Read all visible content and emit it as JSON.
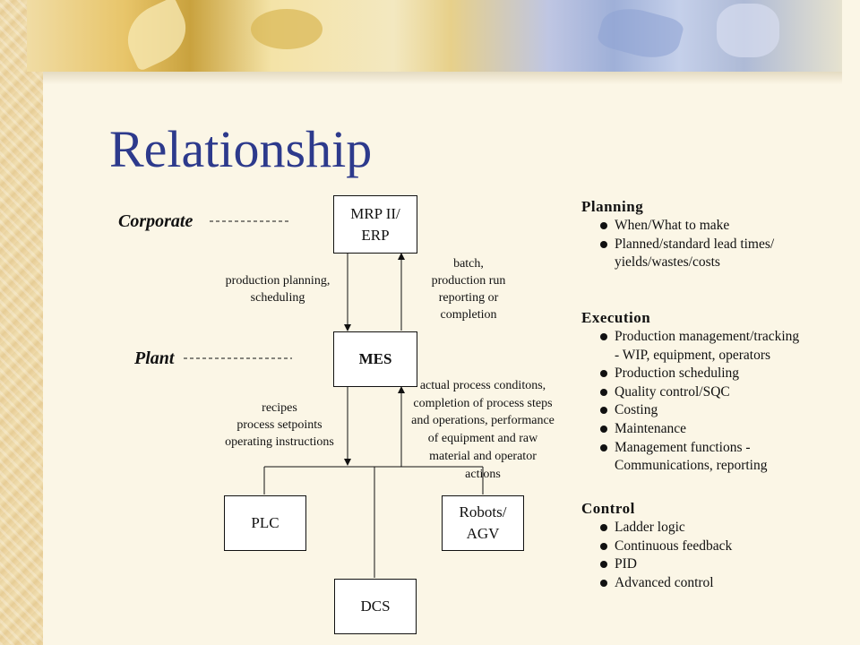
{
  "slide": {
    "title": "Relationship"
  },
  "levels": {
    "corporate": "Corporate",
    "plant": "Plant"
  },
  "boxes": {
    "erp": {
      "line1": "MRP II/",
      "line2": "ERP"
    },
    "mes": "MES",
    "plc": "PLC",
    "robots": {
      "line1": "Robots/",
      "line2": "AGV"
    },
    "dcs": "DCS"
  },
  "flows": {
    "down_upper": [
      "production planning,",
      "scheduling"
    ],
    "up_upper": [
      "batch,",
      "production run",
      "reporting or",
      "completion"
    ],
    "down_lower": [
      "recipes",
      "process setpoints",
      "operating instructions"
    ],
    "up_lower": [
      "actual process conditons,",
      "completion of process steps",
      "and operations, performance",
      "of equipment and raw",
      "material and operator",
      "actions"
    ]
  },
  "sections": [
    {
      "heading": "Planning",
      "items": [
        [
          "When/What to make"
        ],
        [
          "Planned/standard lead times/",
          "yields/wastes/costs"
        ]
      ]
    },
    {
      "heading": "Execution",
      "items": [
        [
          "Production management/tracking",
          "- WIP, equipment, operators"
        ],
        [
          "Production scheduling"
        ],
        [
          "Quality control/SQC"
        ],
        [
          "Costing"
        ],
        [
          "Maintenance"
        ],
        [
          "Management functions -",
          "Communications, reporting"
        ]
      ]
    },
    {
      "heading": "Control",
      "items": [
        [
          "Ladder logic"
        ],
        [
          "Continuous feedback"
        ],
        [
          "PID"
        ],
        [
          "Advanced control"
        ]
      ]
    }
  ]
}
